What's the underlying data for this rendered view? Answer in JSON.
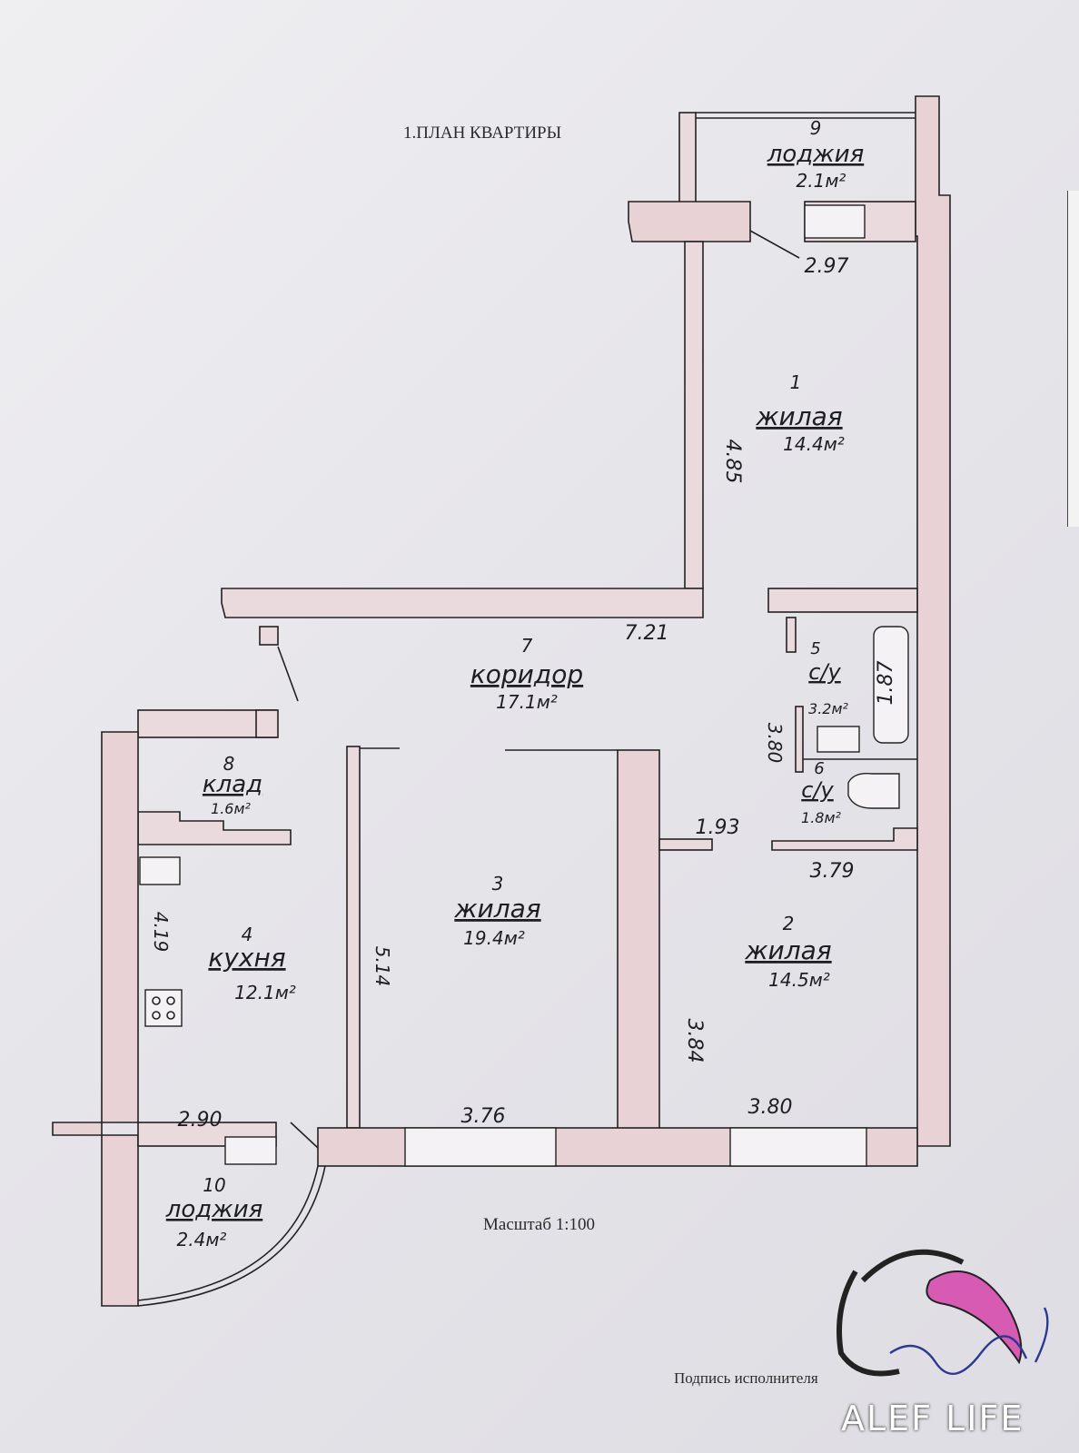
{
  "header": {
    "title": "1.ПЛАН КВАРТИРЫ"
  },
  "footer": {
    "scale": "Масштаб 1:100",
    "signature_label": "Подпись исполнителя"
  },
  "watermark": {
    "brand": "ALEF LIFE",
    "accent": "#d75ab3"
  },
  "rooms": [
    {
      "number": "9",
      "name": "лоджия",
      "area": "2.1м²"
    },
    {
      "number": "1",
      "name": "жилая",
      "area": "14.4м²"
    },
    {
      "number": "7",
      "name": "коридор",
      "area": "17.1м²"
    },
    {
      "number": "5",
      "name": "с/у",
      "area": "3.2м²"
    },
    {
      "number": "6",
      "name": "с/у",
      "area": "1.8м²"
    },
    {
      "number": "8",
      "name": "клад",
      "area": "1.6м²"
    },
    {
      "number": "4",
      "name": "кухня",
      "area": "12.1м²"
    },
    {
      "number": "3",
      "name": "жилая",
      "area": "19.4м²"
    },
    {
      "number": "2",
      "name": "жилая",
      "area": "14.5м²"
    },
    {
      "number": "10",
      "name": "лоджия",
      "area": "2.4м²"
    }
  ],
  "dimensions": {
    "loggia9_width": "2.97",
    "room1_length": "4.85",
    "corridor_length": "7.21",
    "bath5_length": "1.87",
    "bath_height": "3.80",
    "door_width": "1.93",
    "room2_width_top": "3.79",
    "kitchen_length": "4.19",
    "room3_length": "5.14",
    "room2_length": "3.84",
    "kitchen_width": "2.90",
    "room3_width": "3.76",
    "room2_width": "3.80"
  }
}
